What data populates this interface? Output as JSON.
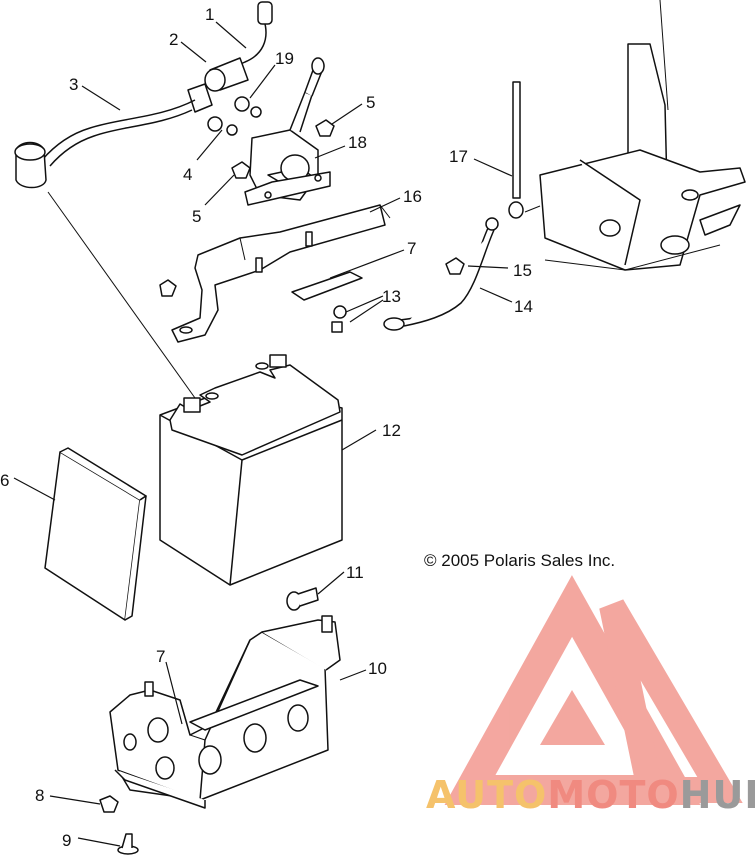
{
  "callouts": [
    {
      "id": "1",
      "text": "1"
    },
    {
      "id": "2",
      "text": "2"
    },
    {
      "id": "3",
      "text": "3"
    },
    {
      "id": "4",
      "text": "4"
    },
    {
      "id": "5a",
      "text": "5"
    },
    {
      "id": "5b",
      "text": "5"
    },
    {
      "id": "6",
      "text": "6"
    },
    {
      "id": "7a",
      "text": "7"
    },
    {
      "id": "7b",
      "text": "7"
    },
    {
      "id": "8",
      "text": "8"
    },
    {
      "id": "9",
      "text": "9"
    },
    {
      "id": "10",
      "text": "10"
    },
    {
      "id": "11",
      "text": "11"
    },
    {
      "id": "12",
      "text": "12"
    },
    {
      "id": "13",
      "text": "13"
    },
    {
      "id": "14",
      "text": "14"
    },
    {
      "id": "15",
      "text": "15"
    },
    {
      "id": "16",
      "text": "16"
    },
    {
      "id": "17",
      "text": "17"
    },
    {
      "id": "18",
      "text": "18"
    },
    {
      "id": "19",
      "text": "19"
    }
  ],
  "copyright": "© 2005 Polaris Sales Inc.",
  "watermark": {
    "part1": "AUTO",
    "part2": "MOTO",
    "part3": "HUB",
    "color_main": "#f08a80",
    "color_accent": "#f5c26b",
    "color_hub": "#9a9a9a"
  }
}
